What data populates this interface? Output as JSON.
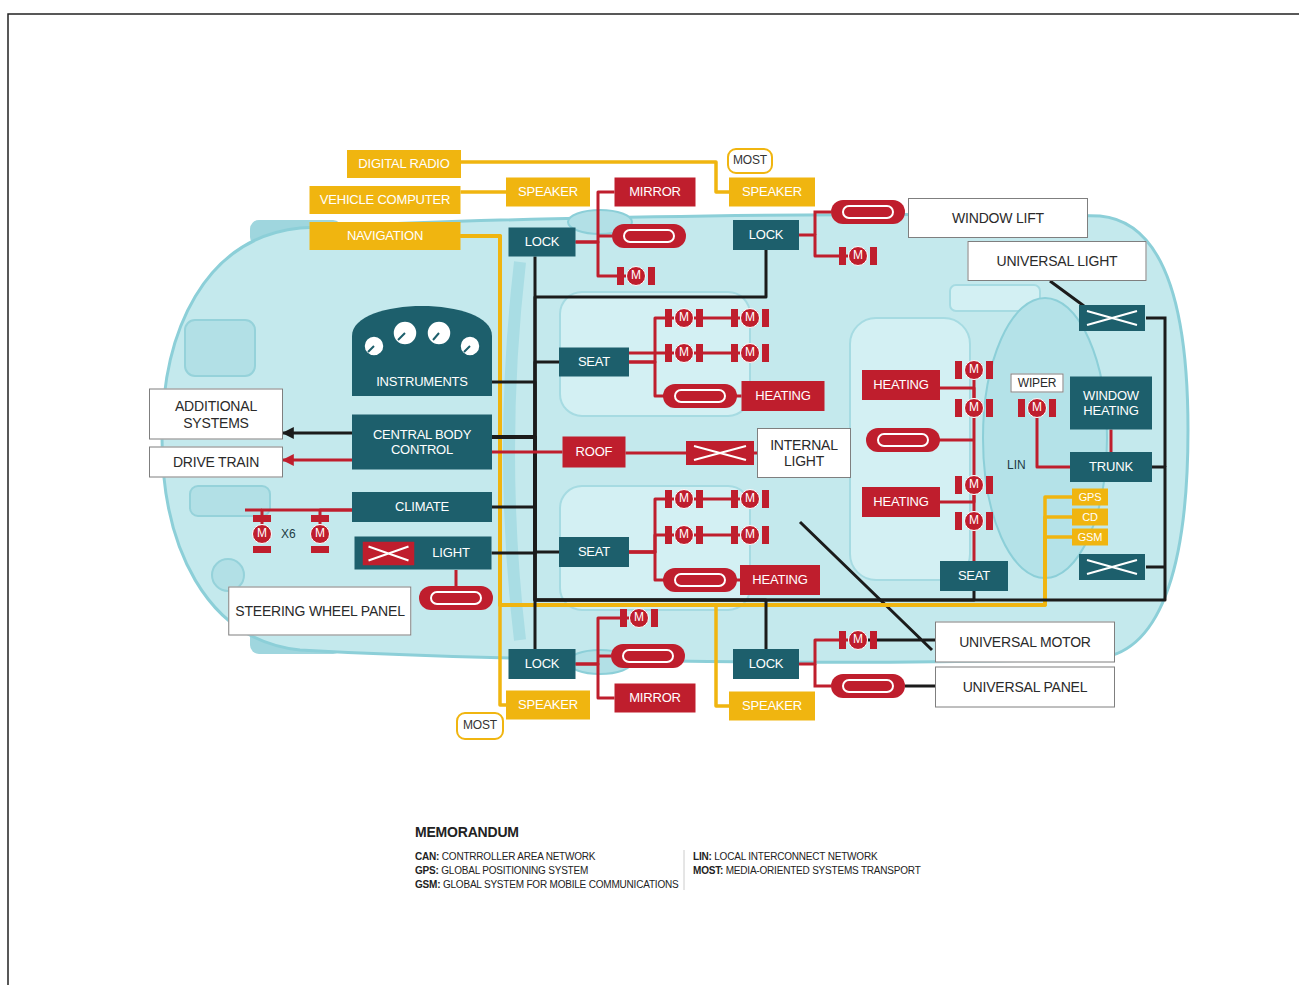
{
  "diagram": {
    "nodes": [
      {
        "text": [
          "DIGITAL RADIO"
        ]
      },
      {
        "text": [
          "MOST"
        ]
      },
      {
        "text": [
          "VEHICLE COMPUTER"
        ]
      },
      {
        "text": [
          "SPEAKER"
        ]
      },
      {
        "text": [
          "MIRROR"
        ]
      },
      {
        "text": [
          "SPEAKER"
        ]
      },
      {
        "text": [
          "WINDOW LIFT"
        ]
      },
      {
        "text": [
          "NAVIGATION"
        ]
      },
      {
        "text": [
          "LOCK"
        ]
      },
      {
        "text": [
          "LOCK"
        ]
      },
      {
        "text": [
          "UNIVERSAL LIGHT"
        ]
      },
      {
        "text": [
          "M"
        ]
      },
      {
        "text": [
          "M"
        ]
      },
      {
        "text": [
          "M"
        ]
      },
      {
        "text": [
          "M"
        ]
      },
      {
        "text": [
          "INSTRUMENTS"
        ]
      },
      {
        "text": [
          "SEAT"
        ]
      },
      {
        "text": [
          "M"
        ]
      },
      {
        "text": [
          "M"
        ]
      },
      {
        "text": [
          "M"
        ]
      },
      {
        "text": [
          "HEATING"
        ]
      },
      {
        "text": [
          "WIPER"
        ]
      },
      {
        "text": [
          "WINDOW HEATING"
        ]
      },
      {
        "text": [
          "HEATING"
        ]
      },
      {
        "text": [
          "ADDITIONAL SYSTEMS"
        ]
      },
      {
        "text": [
          "CENTRAL BODY CONTROL"
        ]
      },
      {
        "text": [
          "M"
        ]
      },
      {
        "text": [
          "M"
        ]
      },
      {
        "text": [
          "ROOF"
        ]
      },
      {
        "text": [
          "INTERNAL LIGHT"
        ]
      },
      {
        "text": [
          "DRIVE TRAIN"
        ]
      },
      {
        "text": [
          "TRUNK"
        ]
      },
      {
        "text": [
          "M"
        ]
      },
      {
        "text": [
          "HEATING"
        ]
      },
      {
        "text": [
          "GPS"
        ]
      },
      {
        "text": [
          "M"
        ]
      },
      {
        "text": [
          "M"
        ]
      },
      {
        "text": [
          "CLIMATE"
        ]
      },
      {
        "text": [
          "CD"
        ]
      },
      {
        "text": [
          "M"
        ]
      },
      {
        "text": [
          "M"
        ]
      },
      {
        "text": [
          "M"
        ]
      },
      {
        "text": [
          "M"
        ]
      },
      {
        "text": [
          "M"
        ]
      },
      {
        "text": [
          "GSM"
        ]
      },
      {
        "text": [
          "LIGHT"
        ]
      },
      {
        "text": [
          "SEAT"
        ]
      },
      {
        "text": [
          "HEATING"
        ]
      },
      {
        "text": [
          "SEAT"
        ]
      },
      {
        "text": [
          "STEERING WHEEL PANEL"
        ]
      },
      {
        "text": [
          "M"
        ]
      },
      {
        "text": [
          "UNIVERSAL MOTOR"
        ]
      },
      {
        "text": [
          "M"
        ]
      },
      {
        "text": [
          "LOCK"
        ]
      },
      {
        "text": [
          "LOCK"
        ]
      },
      {
        "text": [
          "UNIVERSAL PANEL"
        ]
      },
      {
        "text": [
          "MIRROR"
        ]
      },
      {
        "text": [
          "SPEAKER"
        ]
      },
      {
        "text": [
          "SPEAKER"
        ]
      },
      {
        "text": [
          "MOST"
        ]
      }
    ],
    "edges": [
      {
        "from": 0,
        "to": 5,
        "arrow": "none"
      },
      {
        "from": 2,
        "to": 3,
        "arrow": "none"
      },
      {
        "from": 7,
        "to": 57,
        "arrow": "none"
      },
      {
        "from": 7,
        "to": 58,
        "arrow": "none"
      },
      {
        "from": 7,
        "to": 34,
        "arrow": "none"
      },
      {
        "from": 7,
        "to": 38,
        "arrow": "none"
      },
      {
        "from": 7,
        "to": 44,
        "arrow": "none"
      },
      {
        "from": 25,
        "to": 8,
        "arrow": "none"
      },
      {
        "from": 25,
        "to": 53,
        "arrow": "none"
      },
      {
        "from": 25,
        "to": 15,
        "arrow": "none"
      },
      {
        "from": 25,
        "to": 37,
        "arrow": "none"
      },
      {
        "from": 25,
        "to": 45,
        "arrow": "none"
      },
      {
        "from": 25,
        "to": 16,
        "arrow": "none"
      },
      {
        "from": 25,
        "to": 46,
        "arrow": "none"
      },
      {
        "from": 25,
        "to": 9,
        "arrow": "none"
      },
      {
        "from": 25,
        "to": 54,
        "arrow": "none"
      },
      {
        "from": 25,
        "to": 48,
        "arrow": "none"
      },
      {
        "from": 25,
        "to": 31,
        "arrow": "none"
      },
      {
        "from": 25,
        "to": 24,
        "arrow": "to"
      },
      {
        "from": 25,
        "to": 30,
        "arrow": "to"
      },
      {
        "from": 25,
        "to": 28,
        "arrow": "none"
      },
      {
        "from": 28,
        "to": 29,
        "arrow": "none"
      },
      {
        "from": 37,
        "to": 40,
        "arrow": "none"
      },
      {
        "from": 37,
        "to": 41,
        "arrow": "none"
      },
      {
        "from": 8,
        "to": 4,
        "arrow": "none"
      },
      {
        "from": 8,
        "to": 11,
        "arrow": "none"
      },
      {
        "from": 9,
        "to": 12,
        "arrow": "none"
      },
      {
        "from": 16,
        "to": 13,
        "arrow": "none"
      },
      {
        "from": 13,
        "to": 14,
        "arrow": "none"
      },
      {
        "from": 16,
        "to": 17,
        "arrow": "none"
      },
      {
        "from": 17,
        "to": 18,
        "arrow": "none"
      },
      {
        "from": 16,
        "to": 23,
        "arrow": "none"
      },
      {
        "from": 46,
        "to": 35,
        "arrow": "none"
      },
      {
        "from": 35,
        "to": 36,
        "arrow": "none"
      },
      {
        "from": 46,
        "to": 42,
        "arrow": "none"
      },
      {
        "from": 42,
        "to": 43,
        "arrow": "none"
      },
      {
        "from": 46,
        "to": 47,
        "arrow": "none"
      },
      {
        "from": 48,
        "to": 39,
        "arrow": "none"
      },
      {
        "from": 39,
        "to": 32,
        "arrow": "none"
      },
      {
        "from": 32,
        "to": 26,
        "arrow": "none"
      },
      {
        "from": 26,
        "to": 19,
        "arrow": "none"
      },
      {
        "from": 33,
        "to": 32,
        "arrow": "none"
      },
      {
        "from": 20,
        "to": 26,
        "arrow": "none"
      },
      {
        "from": 31,
        "to": 27,
        "arrow": "none"
      },
      {
        "from": 31,
        "to": 22,
        "arrow": "none"
      },
      {
        "from": 53,
        "to": 56,
        "arrow": "none"
      },
      {
        "from": 53,
        "to": 50,
        "arrow": "none"
      },
      {
        "from": 54,
        "to": 52,
        "arrow": "none"
      }
    ],
    "labels": [
      "X6",
      "LIN",
      "MEMORANDUM",
      "CAN: CONTRROLLER AREA NETWORK",
      "GPS: GLOBAL POSITIONING SYSTEM",
      "GSM: GLOBAL SYSTEM FOR MOBILE COMMUNICATIONS",
      "LIN: LOCAL INTERCONNECT NETWORK",
      "MOST: MEDIA-ORIENTED SYSTEMS TRANSPORT"
    ]
  }
}
